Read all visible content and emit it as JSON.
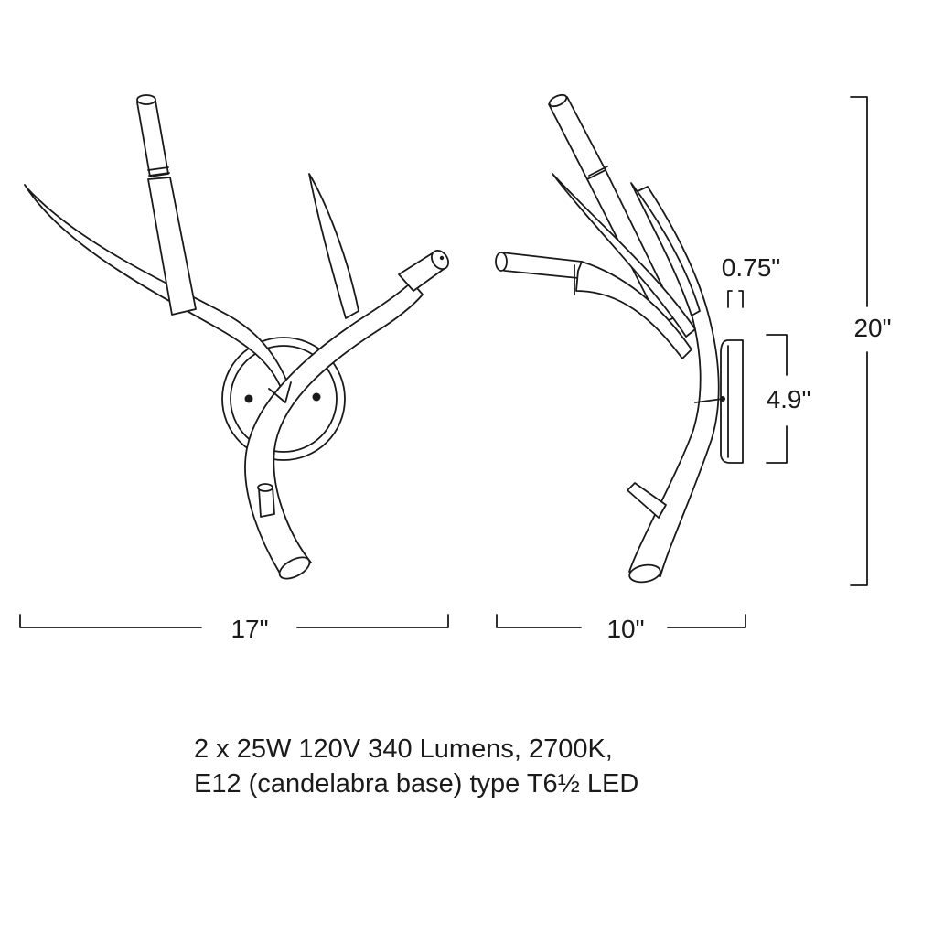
{
  "dimensions": {
    "width_front": "17\"",
    "depth_side": "10\"",
    "height": "20\"",
    "canopy_depth": "0.75\"",
    "canopy_height": "4.9\""
  },
  "spec": {
    "line1": "2 x 25W 120V 340 Lumens, 2700K,",
    "line2": "E12 (candelabra base) type T6½ LED"
  },
  "colors": {
    "line": "#1a1a1a",
    "background": "#ffffff"
  }
}
